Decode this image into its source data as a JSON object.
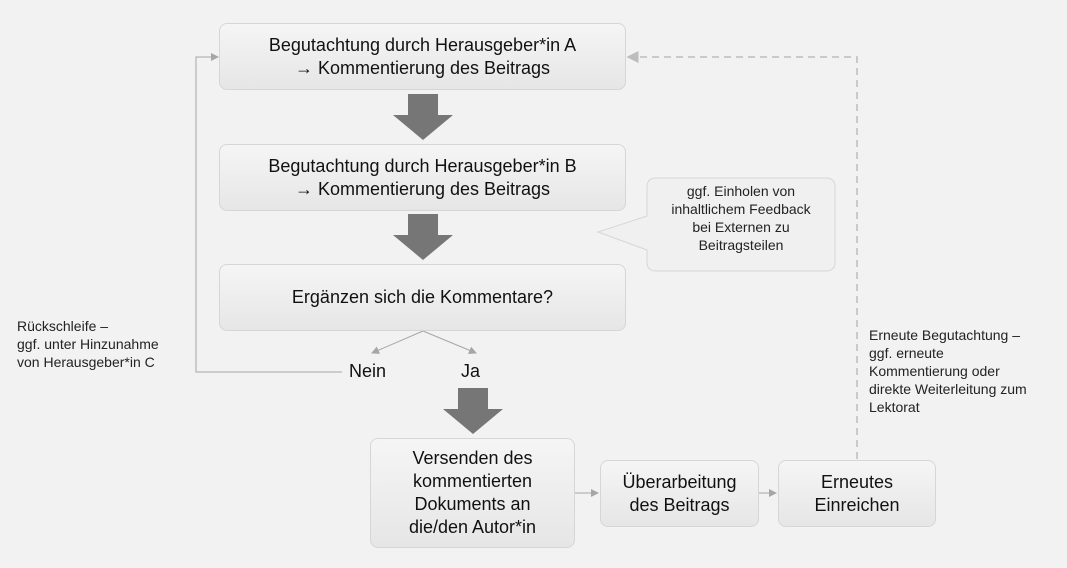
{
  "boxes": {
    "a": {
      "line1": "Begutachtung  durch Herausgeber*in  A",
      "line2": "→ Kommentierung  des  Beitrags"
    },
    "b": {
      "line1": "Begutachtung  durch Herausgeber*in  B",
      "line2": "→ Kommentierung  des  Beitrags"
    },
    "question": {
      "text": "Ergänzen sich die Kommentare?"
    },
    "send": {
      "lines": [
        "Versenden des",
        "kommentierten",
        "Dokuments  an",
        "die/den Autor*in"
      ]
    },
    "revise": {
      "lines": [
        "Überarbeitung",
        "des Beitrags"
      ]
    },
    "resubmit": {
      "lines": [
        "Erneutes",
        "Einreichen"
      ]
    }
  },
  "callout": {
    "lines": [
      "ggf. Einholen von",
      "inhaltlichem Feedback",
      "bei Externen zu",
      "Beitragsteilen"
    ]
  },
  "decision": {
    "no": "Nein",
    "yes": "Ja"
  },
  "notes": {
    "loop_left": [
      "Rückschleife –",
      "ggf. unter Hinzunahme",
      "von Herausgeber*in C"
    ],
    "loop_right": [
      "Erneute Begutachtung –",
      "ggf. erneute",
      "Kommentierung oder",
      "direkte Weiterleitung zum",
      "Lektorat"
    ]
  },
  "colors": {
    "arrow_fill": "#767676",
    "line": "#a6a6a6",
    "dashed": "#bdbdbd"
  }
}
